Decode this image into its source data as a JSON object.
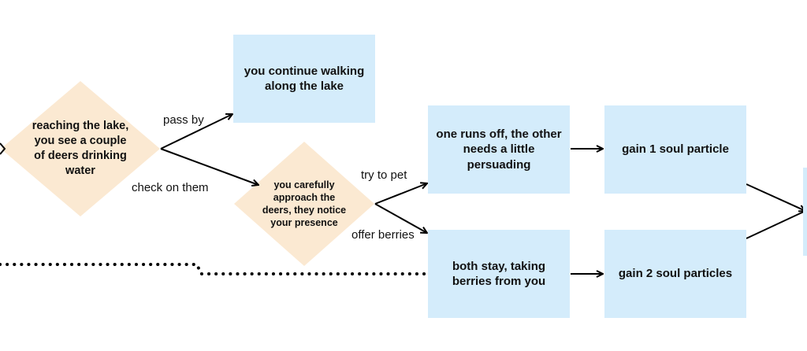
{
  "colors": {
    "box_fill": "#d4ecfb",
    "diamond_fill": "#fbe9d2",
    "line": "#000000"
  },
  "nodes": {
    "reaching_lake": "reaching the lake, you see a couple of deers drinking water",
    "continue_walking": "you continue walking along the lake",
    "approach_deers": "you carefully approach the deers, they notice your presence",
    "one_runs_off": "one runs off, the other needs a little persuading",
    "gain_1": "gain 1 soul particle",
    "both_stay": "both stay, taking berries from you",
    "gain_2": "gain 2 soul particles"
  },
  "edge_labels": {
    "pass_by": "pass by",
    "check_on_them": "check on them",
    "try_to_pet": "try to pet",
    "offer_berries": "offer berries"
  }
}
